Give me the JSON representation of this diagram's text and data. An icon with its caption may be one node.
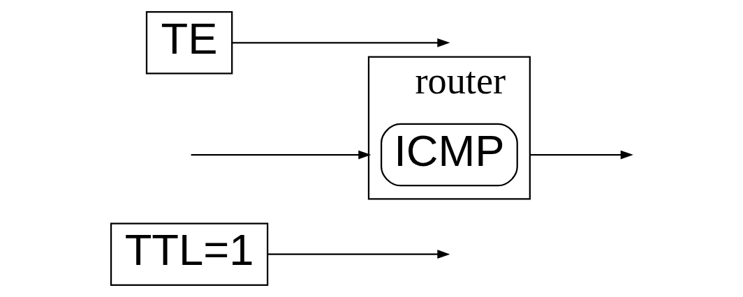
{
  "diagram": {
    "nodes": [
      {
        "text": [
          "TTL=1"
        ]
      },
      {
        "text": [
          "router"
        ]
      },
      {
        "text": [
          "ICMP"
        ],
        "in": 1
      },
      {
        "text": [
          "TE"
        ]
      }
    ],
    "edges": [
      {
        "from": 0,
        "to": null,
        "arrow": "to"
      },
      {
        "from": null,
        "to": 1,
        "arrow": "to"
      },
      {
        "from": 1,
        "to": null,
        "arrow": "to"
      },
      {
        "from": 3,
        "to": null,
        "arrow": "to"
      }
    ]
  }
}
